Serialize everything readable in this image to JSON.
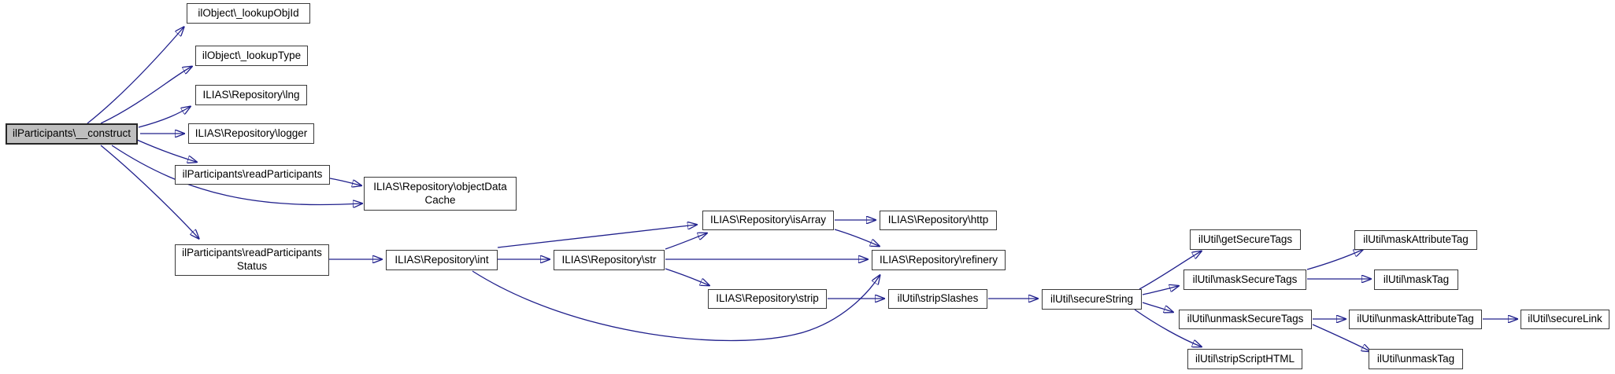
{
  "graph": {
    "kind": "doxygen-call-graph",
    "root": "ilParticipants\\__construct",
    "colors": {
      "edge": "#20208c",
      "node_border": "#3a3a3a",
      "node_fill": "#ffffff",
      "root_fill": "#bfbfbf",
      "text": "#000000",
      "background": "#ffffff"
    },
    "nodes": [
      {
        "id": "construct",
        "label": "ilParticipants\\__construct"
      },
      {
        "id": "lookupObjId",
        "label": "ilObject\\_lookupObjId"
      },
      {
        "id": "lookupType",
        "label": "ilObject\\_lookupType"
      },
      {
        "id": "lng",
        "label": "ILIAS\\Repository\\lng"
      },
      {
        "id": "logger",
        "label": "ILIAS\\Repository\\logger"
      },
      {
        "id": "readParticipants",
        "label": "ilParticipants\\readParticipants"
      },
      {
        "id": "objectDataCache",
        "label": "ILIAS\\Repository\\objectData\nCache"
      },
      {
        "id": "readParticipantsStatus",
        "label": "ilParticipants\\readParticipants\nStatus"
      },
      {
        "id": "int",
        "label": "ILIAS\\Repository\\int"
      },
      {
        "id": "str",
        "label": "ILIAS\\Repository\\str"
      },
      {
        "id": "isArray",
        "label": "ILIAS\\Repository\\isArray"
      },
      {
        "id": "http",
        "label": "ILIAS\\Repository\\http"
      },
      {
        "id": "refinery",
        "label": "ILIAS\\Repository\\refinery"
      },
      {
        "id": "strip",
        "label": "ILIAS\\Repository\\strip"
      },
      {
        "id": "stripSlashes",
        "label": "ilUtil\\stripSlashes"
      },
      {
        "id": "secureString",
        "label": "ilUtil\\secureString"
      },
      {
        "id": "getSecureTags",
        "label": "ilUtil\\getSecureTags"
      },
      {
        "id": "maskSecureTags",
        "label": "ilUtil\\maskSecureTags"
      },
      {
        "id": "unmaskSecureTags",
        "label": "ilUtil\\unmaskSecureTags"
      },
      {
        "id": "stripScriptHTML",
        "label": "ilUtil\\stripScriptHTML"
      },
      {
        "id": "maskAttributeTag",
        "label": "ilUtil\\maskAttributeTag"
      },
      {
        "id": "maskTag",
        "label": "ilUtil\\maskTag"
      },
      {
        "id": "unmaskAttributeTag",
        "label": "ilUtil\\unmaskAttributeTag"
      },
      {
        "id": "secureLink",
        "label": "ilUtil\\secureLink"
      },
      {
        "id": "unmaskTag",
        "label": "ilUtil\\unmaskTag"
      }
    ],
    "edges": [
      {
        "from": "construct",
        "to": "lookupObjId"
      },
      {
        "from": "construct",
        "to": "lookupType"
      },
      {
        "from": "construct",
        "to": "lng"
      },
      {
        "from": "construct",
        "to": "logger"
      },
      {
        "from": "construct",
        "to": "readParticipants"
      },
      {
        "from": "construct",
        "to": "objectDataCache"
      },
      {
        "from": "construct",
        "to": "readParticipantsStatus"
      },
      {
        "from": "readParticipants",
        "to": "objectDataCache"
      },
      {
        "from": "readParticipantsStatus",
        "to": "int"
      },
      {
        "from": "int",
        "to": "str"
      },
      {
        "from": "int",
        "to": "isArray"
      },
      {
        "from": "int",
        "to": "refinery"
      },
      {
        "from": "str",
        "to": "isArray"
      },
      {
        "from": "str",
        "to": "refinery"
      },
      {
        "from": "str",
        "to": "strip"
      },
      {
        "from": "isArray",
        "to": "http"
      },
      {
        "from": "isArray",
        "to": "refinery"
      },
      {
        "from": "strip",
        "to": "stripSlashes"
      },
      {
        "from": "stripSlashes",
        "to": "secureString"
      },
      {
        "from": "secureString",
        "to": "getSecureTags"
      },
      {
        "from": "secureString",
        "to": "maskSecureTags"
      },
      {
        "from": "secureString",
        "to": "unmaskSecureTags"
      },
      {
        "from": "secureString",
        "to": "stripScriptHTML"
      },
      {
        "from": "maskSecureTags",
        "to": "maskAttributeTag"
      },
      {
        "from": "maskSecureTags",
        "to": "maskTag"
      },
      {
        "from": "unmaskSecureTags",
        "to": "unmaskAttributeTag"
      },
      {
        "from": "unmaskSecureTags",
        "to": "unmaskTag"
      },
      {
        "from": "unmaskAttributeTag",
        "to": "secureLink"
      }
    ]
  }
}
